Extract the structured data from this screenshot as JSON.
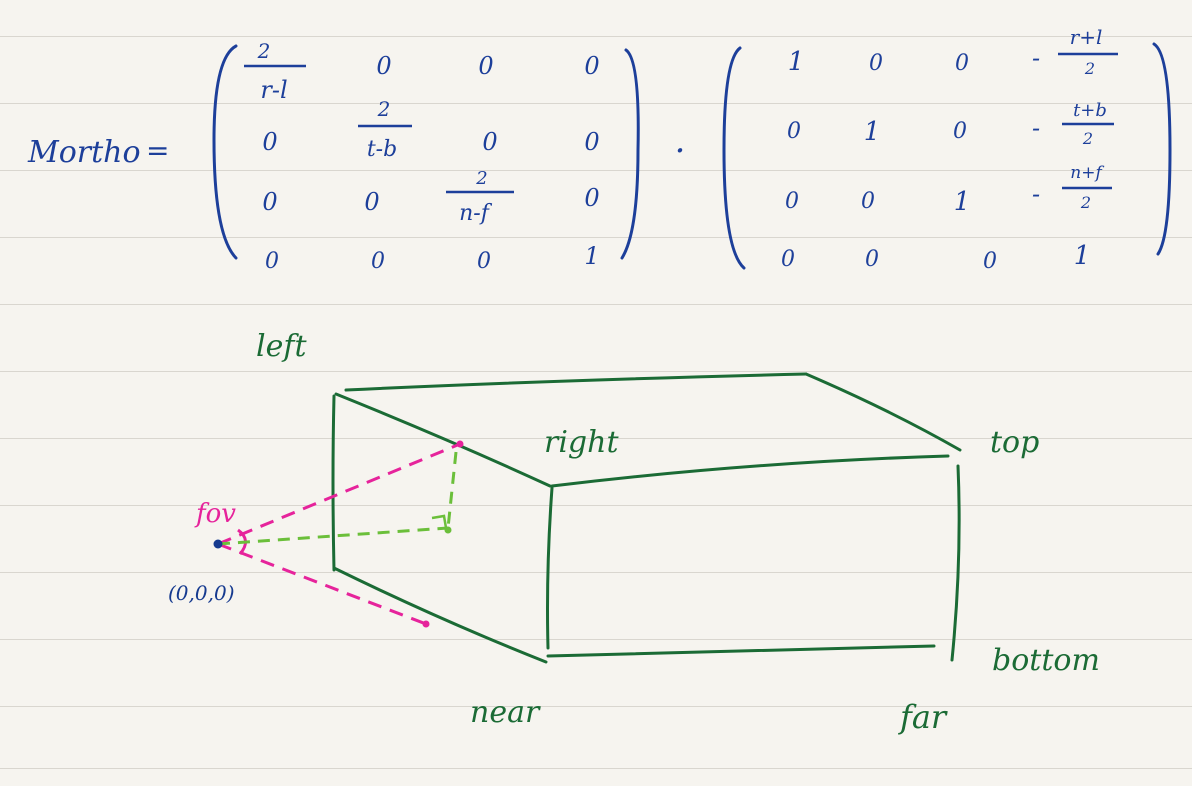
{
  "colors": {
    "paper": "#f6f4ef",
    "rule_line": "#d9d6cf",
    "matrix_ink": "#1d3f9a",
    "box_ink": "#1b6b35",
    "fov_ink": "#e6239b",
    "helper_ink": "#6bbf3a",
    "origin_ink": "#163a8f"
  },
  "matrix": {
    "name": "Mortho",
    "equals": "=",
    "dot": "·",
    "scale_matrix": [
      [
        {
          "num": "2",
          "den": "r-l"
        },
        "0",
        "0",
        "0"
      ],
      [
        "0",
        {
          "num": "2",
          "den": "t-b"
        },
        "0",
        "0"
      ],
      [
        "0",
        "0",
        {
          "num": "2",
          "den": "n-f"
        },
        "0"
      ],
      [
        "0",
        "0",
        "0",
        "1"
      ]
    ],
    "translate_matrix": [
      [
        "1",
        "0",
        "0",
        {
          "sign": "-",
          "num": "r+l",
          "den": "2"
        }
      ],
      [
        "0",
        "1",
        "0",
        {
          "sign": "-",
          "num": "t+b",
          "den": "2"
        }
      ],
      [
        "0",
        "0",
        "1",
        {
          "sign": "-",
          "num": "n+f",
          "den": "2"
        }
      ],
      [
        "0",
        "0",
        "0",
        "1"
      ]
    ]
  },
  "diagram": {
    "labels": {
      "left": "left",
      "right": "right",
      "top": "top",
      "bottom": "bottom",
      "near": "near",
      "far": "far",
      "fov": "fov",
      "origin": "(0,0,0)"
    }
  }
}
